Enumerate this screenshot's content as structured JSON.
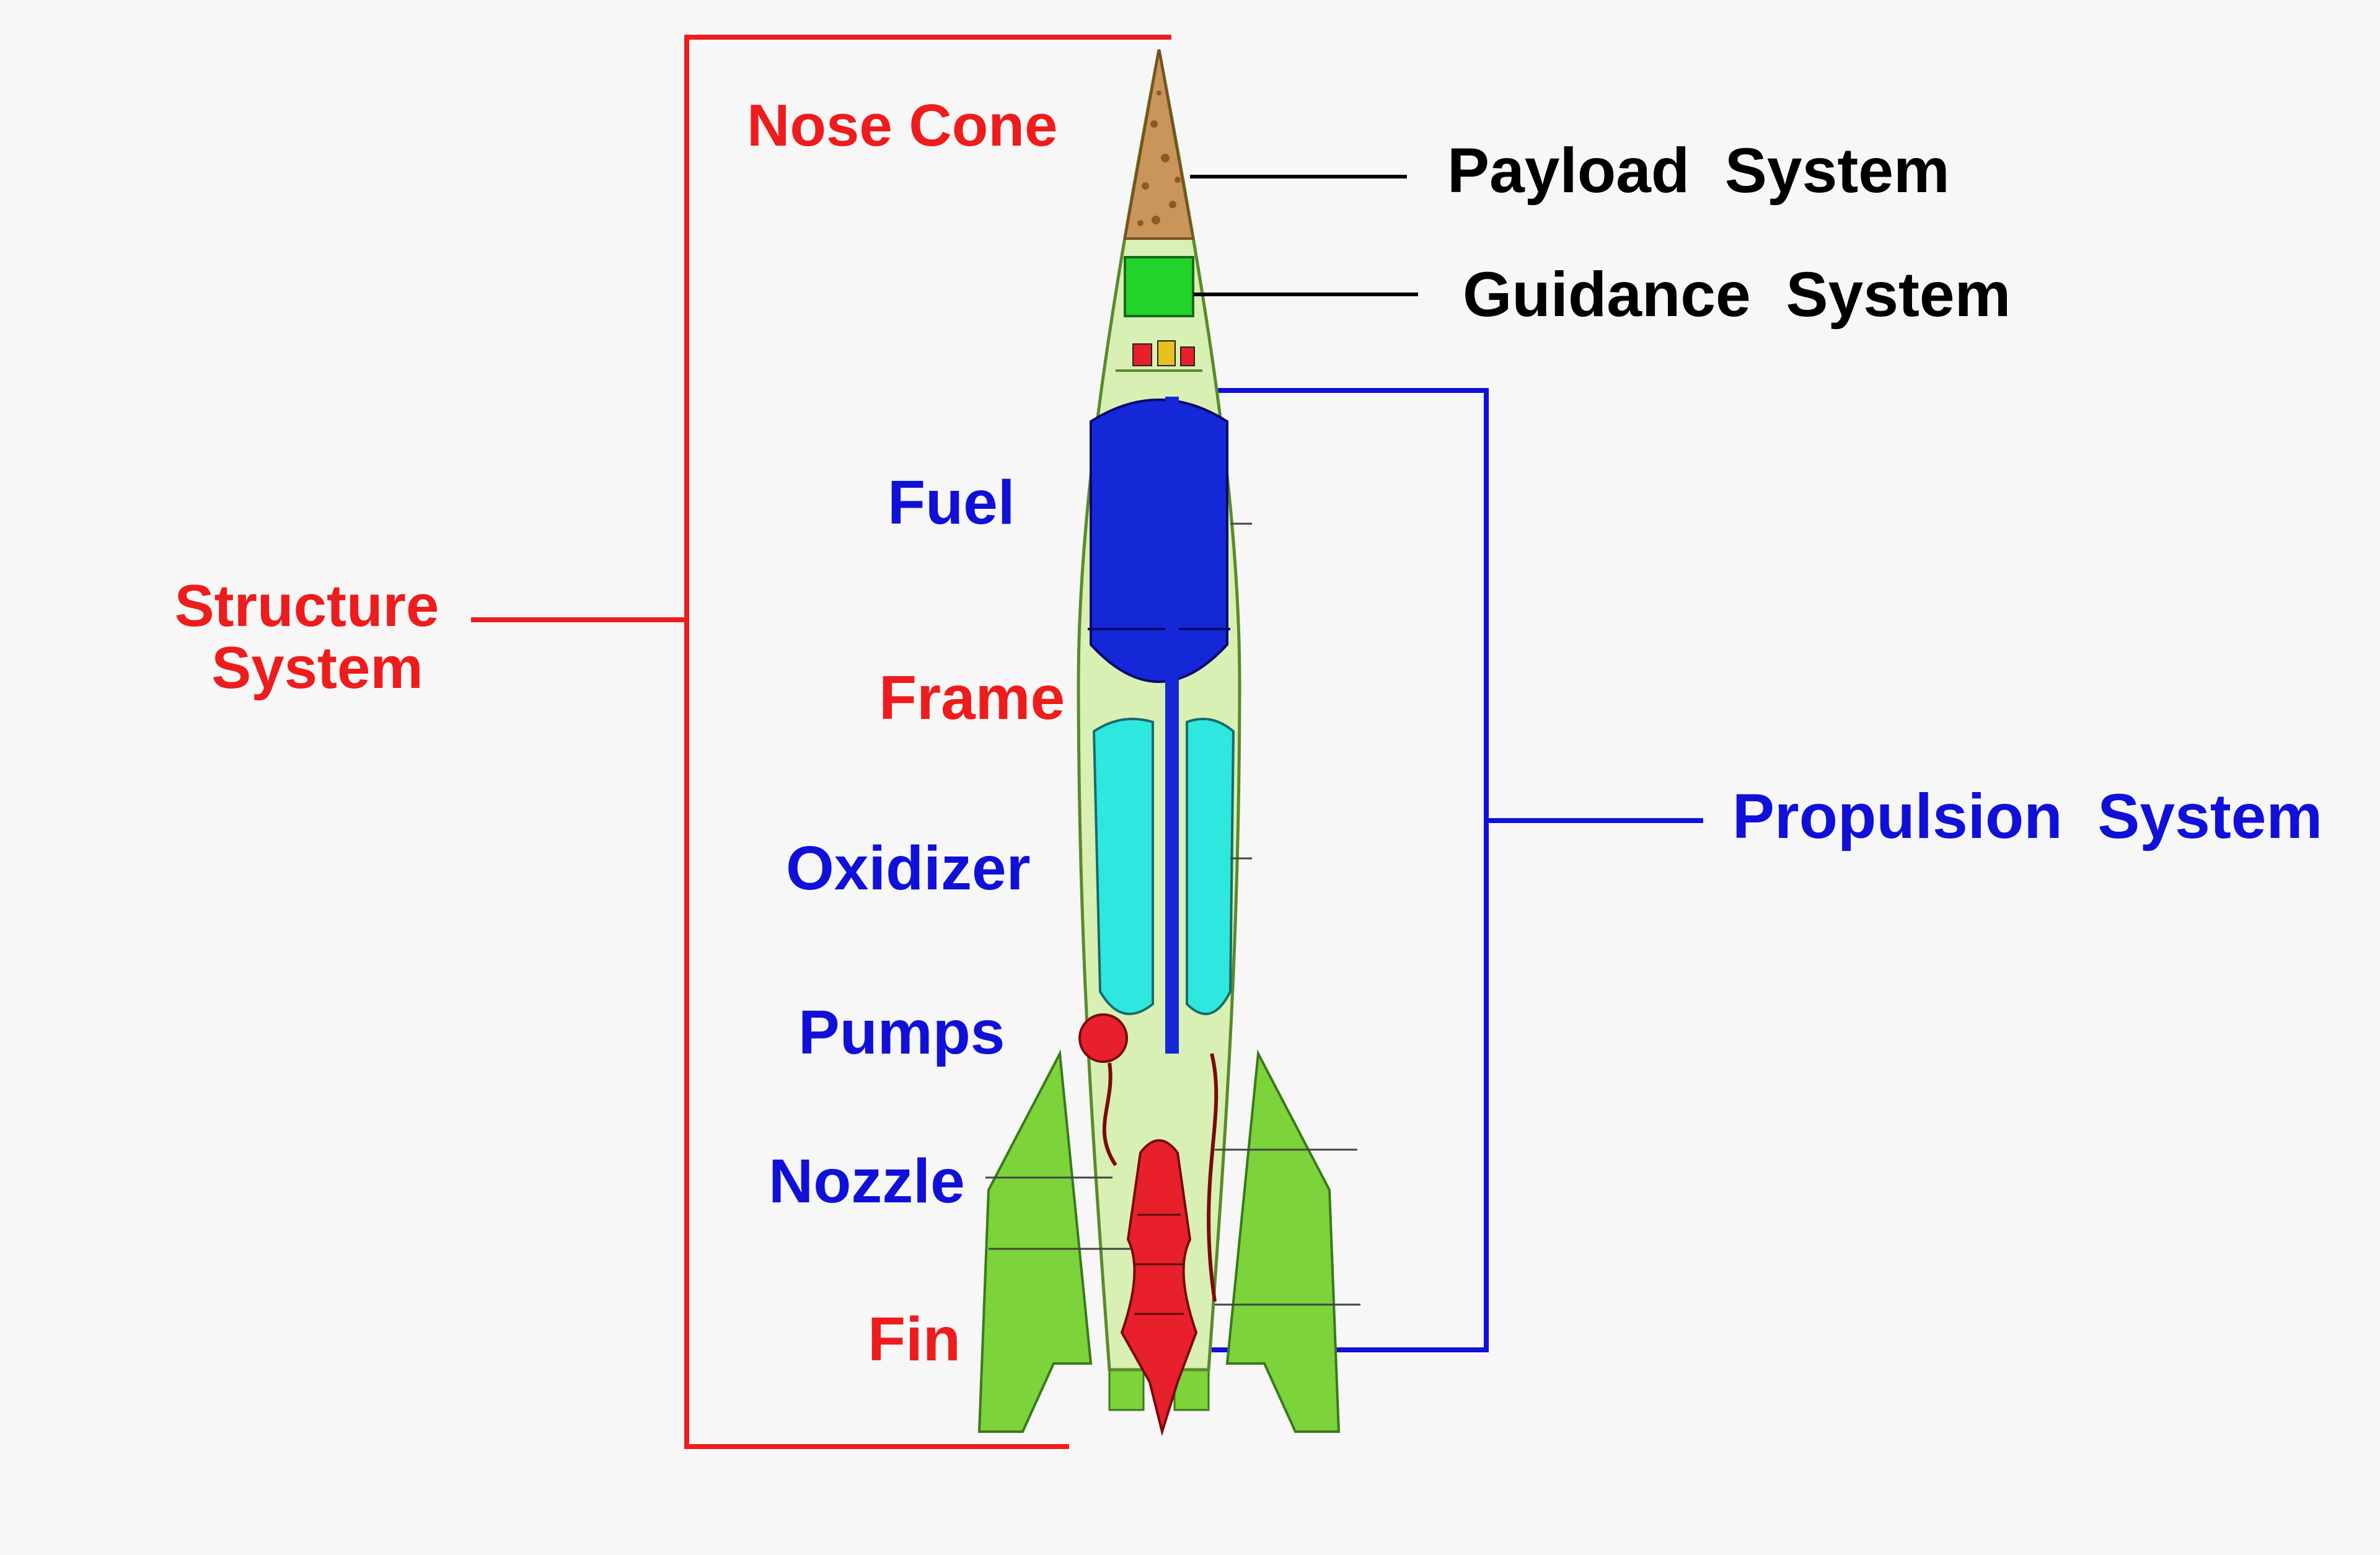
{
  "colors": {
    "background": "#f7f7f7",
    "structure": "#ee1c1c",
    "propulsion": "#1010d8",
    "other": "#000000",
    "body_light": "#d8f0b4",
    "fin_green": "#7cd33a",
    "fuel_tank": "#1428d8",
    "oxidizer_tank": "#2ee8e0",
    "guidance": "#22d42a",
    "nose_payload": "#c8955a",
    "engine": "#e8202c"
  },
  "labels": {
    "nose_cone": "Nose Cone",
    "payload_system": "Payload  System",
    "guidance_system": "Guidance  System",
    "structure_system_line1": "Structure",
    "structure_system_line2": "System",
    "fuel": "Fuel",
    "frame": "Frame",
    "oxidizer": "Oxidizer",
    "pumps": "Pumps",
    "nozzle": "Nozzle",
    "fin": "Fin",
    "propulsion_system": "Propulsion  System"
  }
}
